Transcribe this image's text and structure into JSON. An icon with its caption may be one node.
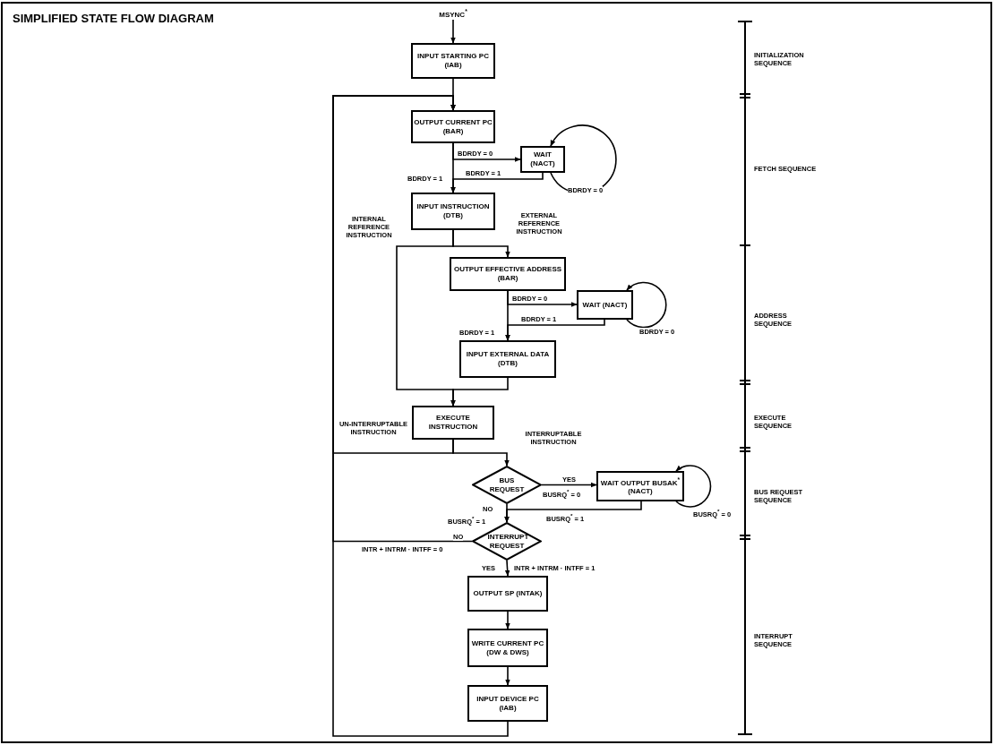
{
  "diagram": {
    "title": "SIMPLIFIED STATE FLOW DIAGRAM",
    "nodes": [
      {
        "text": [
          "MSYNC$^{*}$"
        ]
      },
      {
        "text": [
          "INPUT STARTING PC (IAB)"
        ]
      },
      {
        "text": [
          "OUTPUT CURRENT PC (BAR)"
        ]
      },
      {
        "text": [
          "WAIT (NACT)"
        ]
      },
      {
        "text": [
          "INPUT INSTRUCTION (DTB)"
        ]
      },
      {
        "text": [
          "OUTPUT EFFECTIVE ADDRESS (BAR)"
        ]
      },
      {
        "text": [
          "WAIT (NACT)"
        ]
      },
      {
        "text": [
          "INPUT EXTERNAL DATA (DTB)"
        ]
      },
      {
        "text": [
          "EXECUTE INSTRUCTION"
        ]
      },
      {
        "text": [
          "BUS REQUEST"
        ]
      },
      {
        "text": [
          "WAIT OUTPUT BUSAK$^{*}$ (NACT)"
        ]
      },
      {
        "text": [
          "INTERRUPT REQUEST"
        ]
      },
      {
        "text": [
          "OUTPUT SP (INTAK)"
        ]
      },
      {
        "text": [
          "WRITE CURRENT PC (DW & DWS)"
        ]
      },
      {
        "text": [
          "INPUT DEVICE PC (IAB)"
        ]
      }
    ],
    "edges": [
      {
        "from": 0,
        "to": 1,
        "arrow": "to"
      },
      {
        "from": 1,
        "to": 2,
        "arrow": "to"
      },
      {
        "from": 2,
        "to": 3,
        "arrow": "to",
        "label": "BDRDY = 0"
      },
      {
        "from": 3,
        "to": 3,
        "arrow": "to",
        "label": "BDRDY = 0"
      },
      {
        "from": 3,
        "to": 4,
        "arrow": "to",
        "label": "BDRDY = 1"
      },
      {
        "from": 2,
        "to": 4,
        "arrow": "to",
        "label": "BDRDY = 1"
      },
      {
        "from": 4,
        "to": 5,
        "arrow": "to",
        "label": "EXTERNAL REFERENCE INSTRUCTION"
      },
      {
        "from": 4,
        "to": 8,
        "arrow": "to",
        "label": "INTERNAL REFERENCE INSTRUCTION"
      },
      {
        "from": 5,
        "to": 6,
        "arrow": "to",
        "label": "BDRDY = 0"
      },
      {
        "from": 6,
        "to": 6,
        "arrow": "to",
        "label": "BDRDY = 0"
      },
      {
        "from": 6,
        "to": 7,
        "arrow": "to",
        "label": "BDRDY = 1"
      },
      {
        "from": 5,
        "to": 7,
        "arrow": "to",
        "label": "BDRDY = 1"
      },
      {
        "from": 7,
        "to": 8,
        "arrow": "to"
      },
      {
        "from": 8,
        "to": 9,
        "arrow": "to",
        "label": "INTERRUPTABLE INSTRUCTION"
      },
      {
        "from": 8,
        "to": 2,
        "arrow": "to",
        "label": "UN-INTERRUPTABLE INSTRUCTION"
      },
      {
        "from": 9,
        "to": 10,
        "arrow": "to",
        "label": "YES"
      },
      {
        "from": 10,
        "to": 10,
        "arrow": "to",
        "label": "BUSRQ$^{*}$ = 0"
      },
      {
        "from": 10,
        "to": 11,
        "arrow": "to",
        "label": "BUSRQ$^{*}$ = 1"
      },
      {
        "from": 9,
        "to": 11,
        "arrow": "to",
        "label": "NO"
      },
      {
        "from": 11,
        "to": 2,
        "arrow": "to",
        "label": "NO"
      },
      {
        "from": 11,
        "to": 12,
        "arrow": "to",
        "label": "YES"
      },
      {
        "from": 12,
        "to": 13,
        "arrow": "to"
      },
      {
        "from": 13,
        "to": 14,
        "arrow": "to"
      },
      {
        "from": 14,
        "to": 2,
        "arrow": "to"
      }
    ],
    "labels": [
      "INITIALIZATION SEQUENCE",
      "FETCH SEQUENCE",
      "ADDRESS SEQUENCE",
      "EXECUTE SEQUENCE",
      "BUSRQ$^{*}$ = 0",
      "BUS REQUEST SEQUENCE",
      "BUSRQ$^{*}$ = 1",
      "INTR + INTRM · INTFF = 0",
      "INTR + INTRM · INTFF = 1",
      "INTERRUPT SEQUENCE"
    ]
  }
}
